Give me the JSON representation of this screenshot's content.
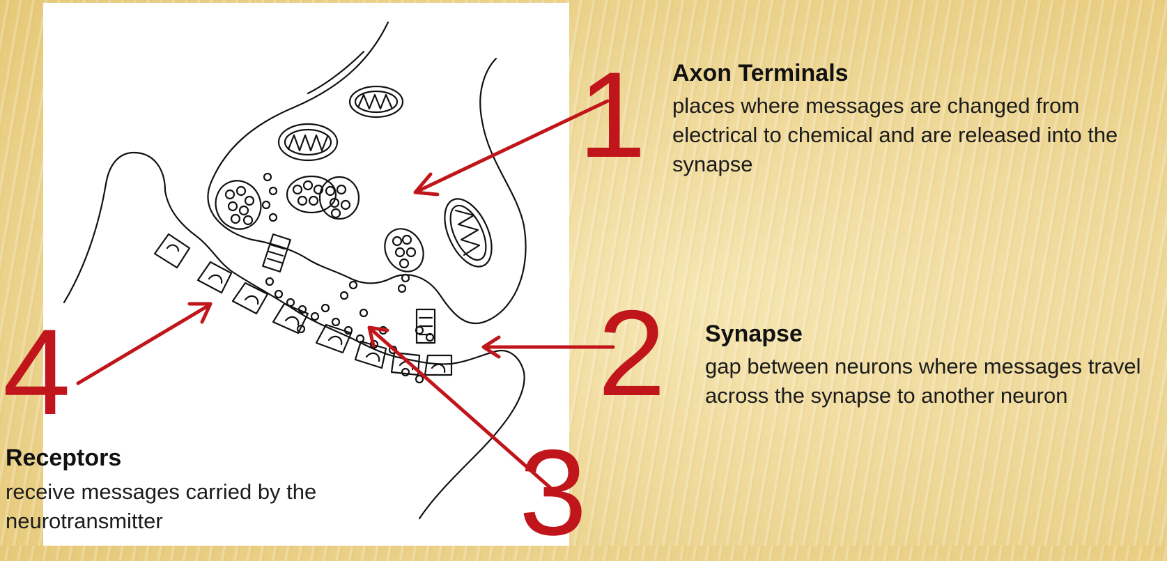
{
  "colors": {
    "accent": "#c0161b",
    "background": "#efd99a",
    "panel": "#ffffff"
  },
  "labels": [
    {
      "number": "1",
      "title": "Axon Terminals",
      "description": "places where messages are changed from electrical to chemical and are released into the synapse"
    },
    {
      "number": "2",
      "title": "Synapse",
      "description": "gap between neurons where messages travel across the synapse to another neuron"
    },
    {
      "number": "3",
      "title": "",
      "description": ""
    },
    {
      "number": "4",
      "title": "Receptors",
      "description": "receive messages carried by the neurotransmitter"
    }
  ]
}
